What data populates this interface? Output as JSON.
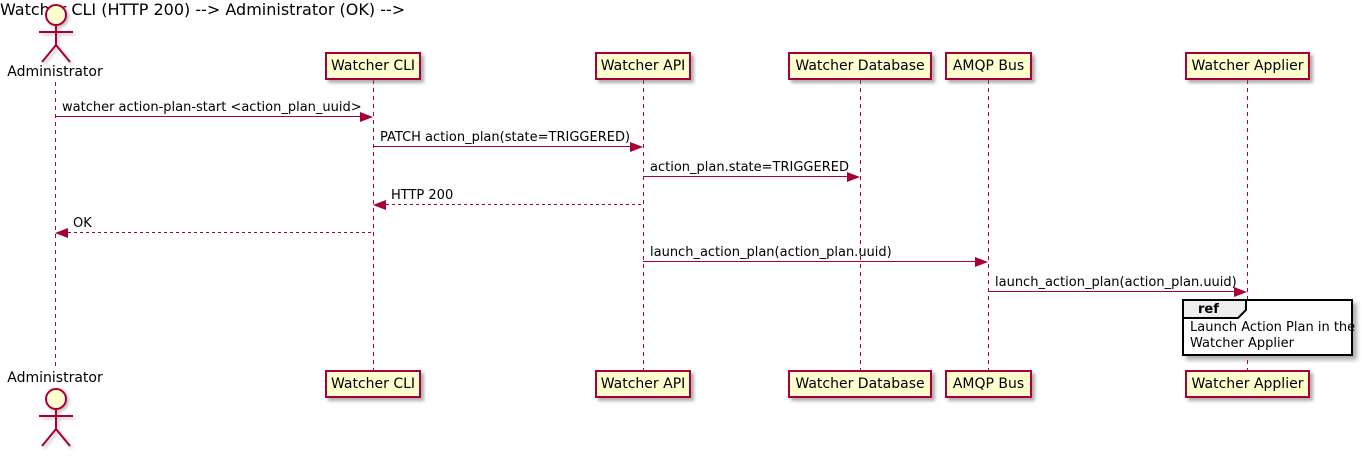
{
  "diagram_type": "sequence-diagram",
  "colors": {
    "participant_fill": "#FEFECE",
    "participant_border": "#A80036",
    "line": "#A80036",
    "text": "#000000",
    "ref_fill": "#FFFFFF",
    "ref_border": "#000000",
    "ref_tab_fill": "#EEEEEE"
  },
  "actor": {
    "name": "Administrator"
  },
  "participants": [
    {
      "label": "Watcher CLI"
    },
    {
      "label": "Watcher API"
    },
    {
      "label": "Watcher Database"
    },
    {
      "label": "AMQP Bus"
    },
    {
      "label": "Watcher Applier"
    }
  ],
  "messages": [
    {
      "from": "Administrator",
      "to": "Watcher CLI",
      "label": "watcher action-plan-start <action_plan_uuid>",
      "line": "solid"
    },
    {
      "from": "Watcher CLI",
      "to": "Watcher API",
      "label": "PATCH action_plan(state=TRIGGERED)",
      "line": "solid"
    },
    {
      "from": "Watcher API",
      "to": "Watcher Database",
      "label": "action_plan.state=TRIGGERED",
      "line": "solid"
    },
    {
      "from": "Watcher API",
      "to": "Watcher CLI",
      "label": "HTTP 200",
      "line": "dashed"
    },
    {
      "from": "Watcher CLI",
      "to": "Administrator",
      "label": "OK",
      "line": "dashed"
    },
    {
      "from": "Watcher API",
      "to": "AMQP Bus",
      "label": "launch_action_plan(action_plan.uuid)",
      "line": "solid"
    },
    {
      "from": "AMQP Bus",
      "to": "Watcher Applier",
      "label": "launch_action_plan(action_plan.uuid)",
      "line": "solid"
    }
  ],
  "ref": {
    "keyword": "ref",
    "line1": "Launch Action Plan in the",
    "line2": "Watcher Applier"
  }
}
